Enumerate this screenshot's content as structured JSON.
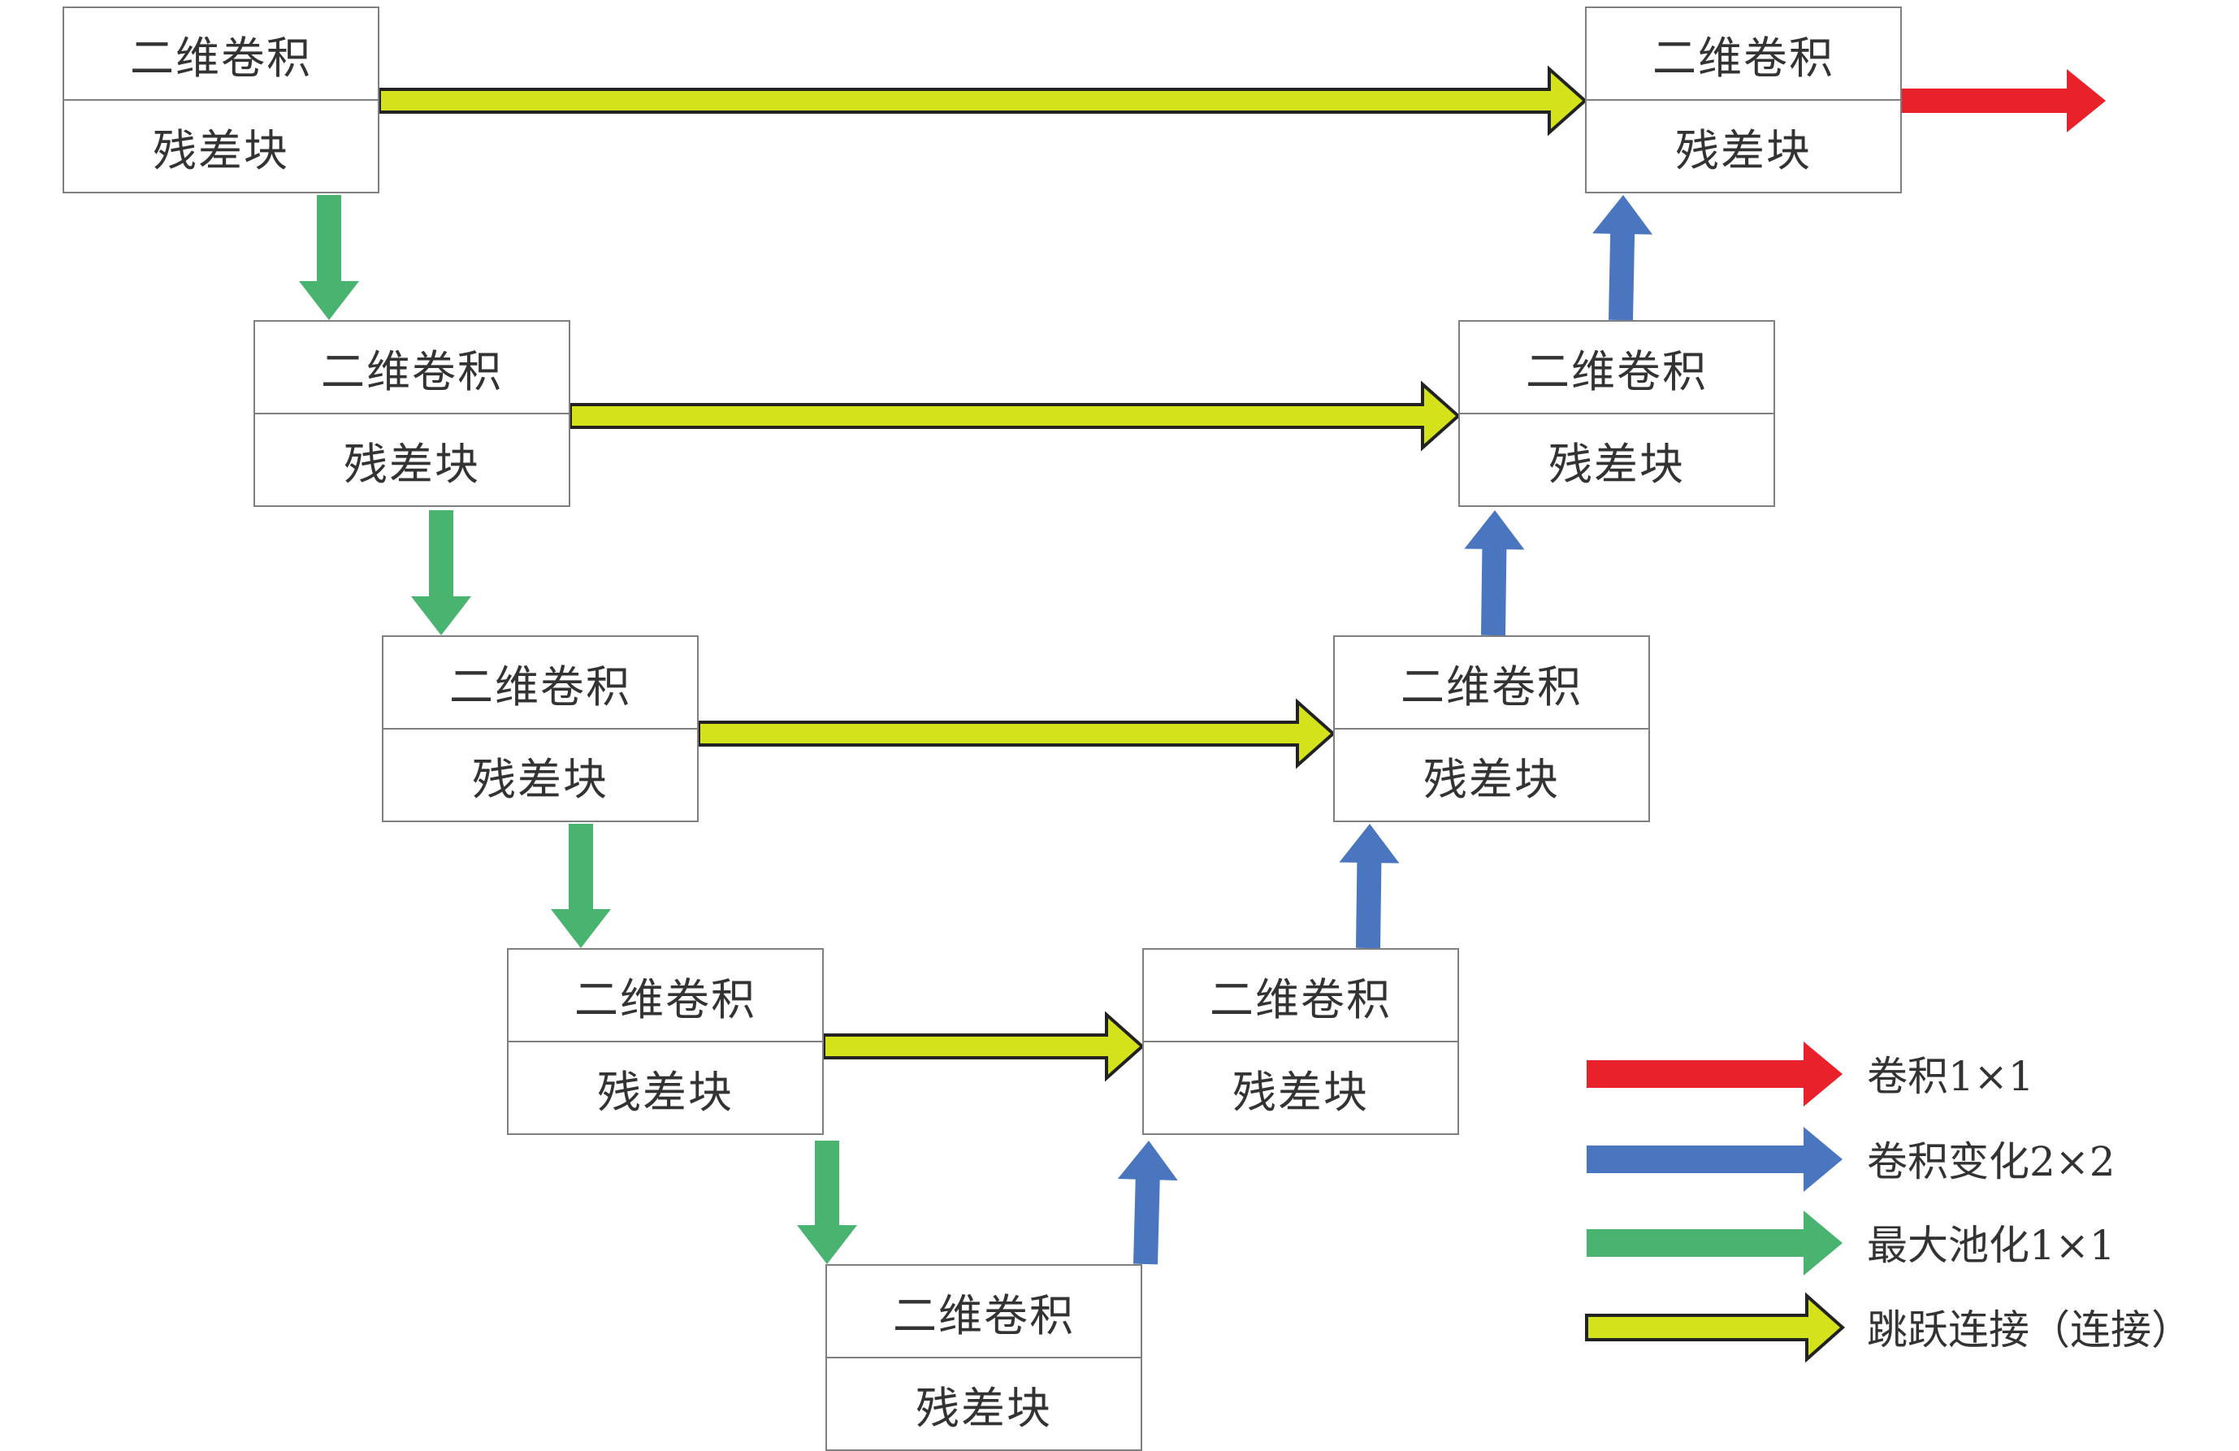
{
  "blocks": [
    {
      "id": "enc-1",
      "conv": "二维卷积",
      "res": "残差块"
    },
    {
      "id": "enc-2",
      "conv": "二维卷积",
      "res": "残差块"
    },
    {
      "id": "enc-3",
      "conv": "二维卷积",
      "res": "残差块"
    },
    {
      "id": "enc-4",
      "conv": "二维卷积",
      "res": "残差块"
    },
    {
      "id": "bottleneck",
      "conv": "二维卷积",
      "res": "残差块"
    },
    {
      "id": "dec-4",
      "conv": "二维卷积",
      "res": "残差块"
    },
    {
      "id": "dec-3",
      "conv": "二维卷积",
      "res": "残差块"
    },
    {
      "id": "dec-2",
      "conv": "二维卷积",
      "res": "残差块"
    },
    {
      "id": "dec-1",
      "conv": "二维卷积",
      "res": "残差块"
    }
  ],
  "legend": [
    {
      "label": "卷积1×1",
      "color": "#e8212b"
    },
    {
      "label": "卷积变化2×2",
      "color": "#4a76c0"
    },
    {
      "label": "最大池化1×1",
      "color": "#49b470"
    },
    {
      "label": "跳跃连接（连接）",
      "color": "#d4e21b"
    }
  ],
  "colors": {
    "conv1x1": "#e8212b",
    "upconv": "#4a76c0",
    "maxpool": "#49b470",
    "skip": "#d4e21b",
    "skip_outline": "#222222",
    "block_border": "#7f7f7f"
  }
}
